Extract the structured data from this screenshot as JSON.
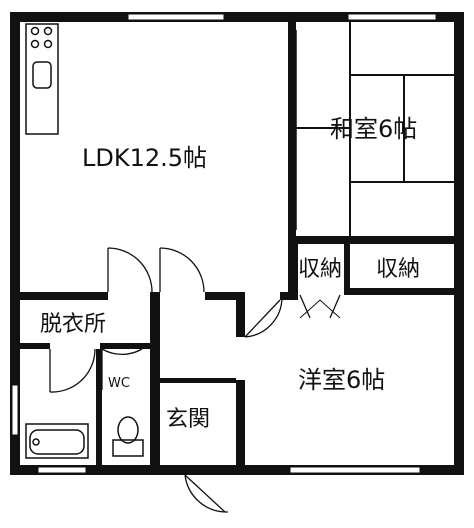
{
  "rooms": {
    "ldk": "LDK12.5帖",
    "washitsu": "和室6帖",
    "shuno_left": "収納",
    "shuno_right": "収納",
    "datsuijo": "脱衣所",
    "wc": "WC",
    "genkan": "玄関",
    "yoshitsu": "洋室6帖"
  },
  "colors": {
    "ink": "#111111",
    "paper": "#ffffff"
  }
}
